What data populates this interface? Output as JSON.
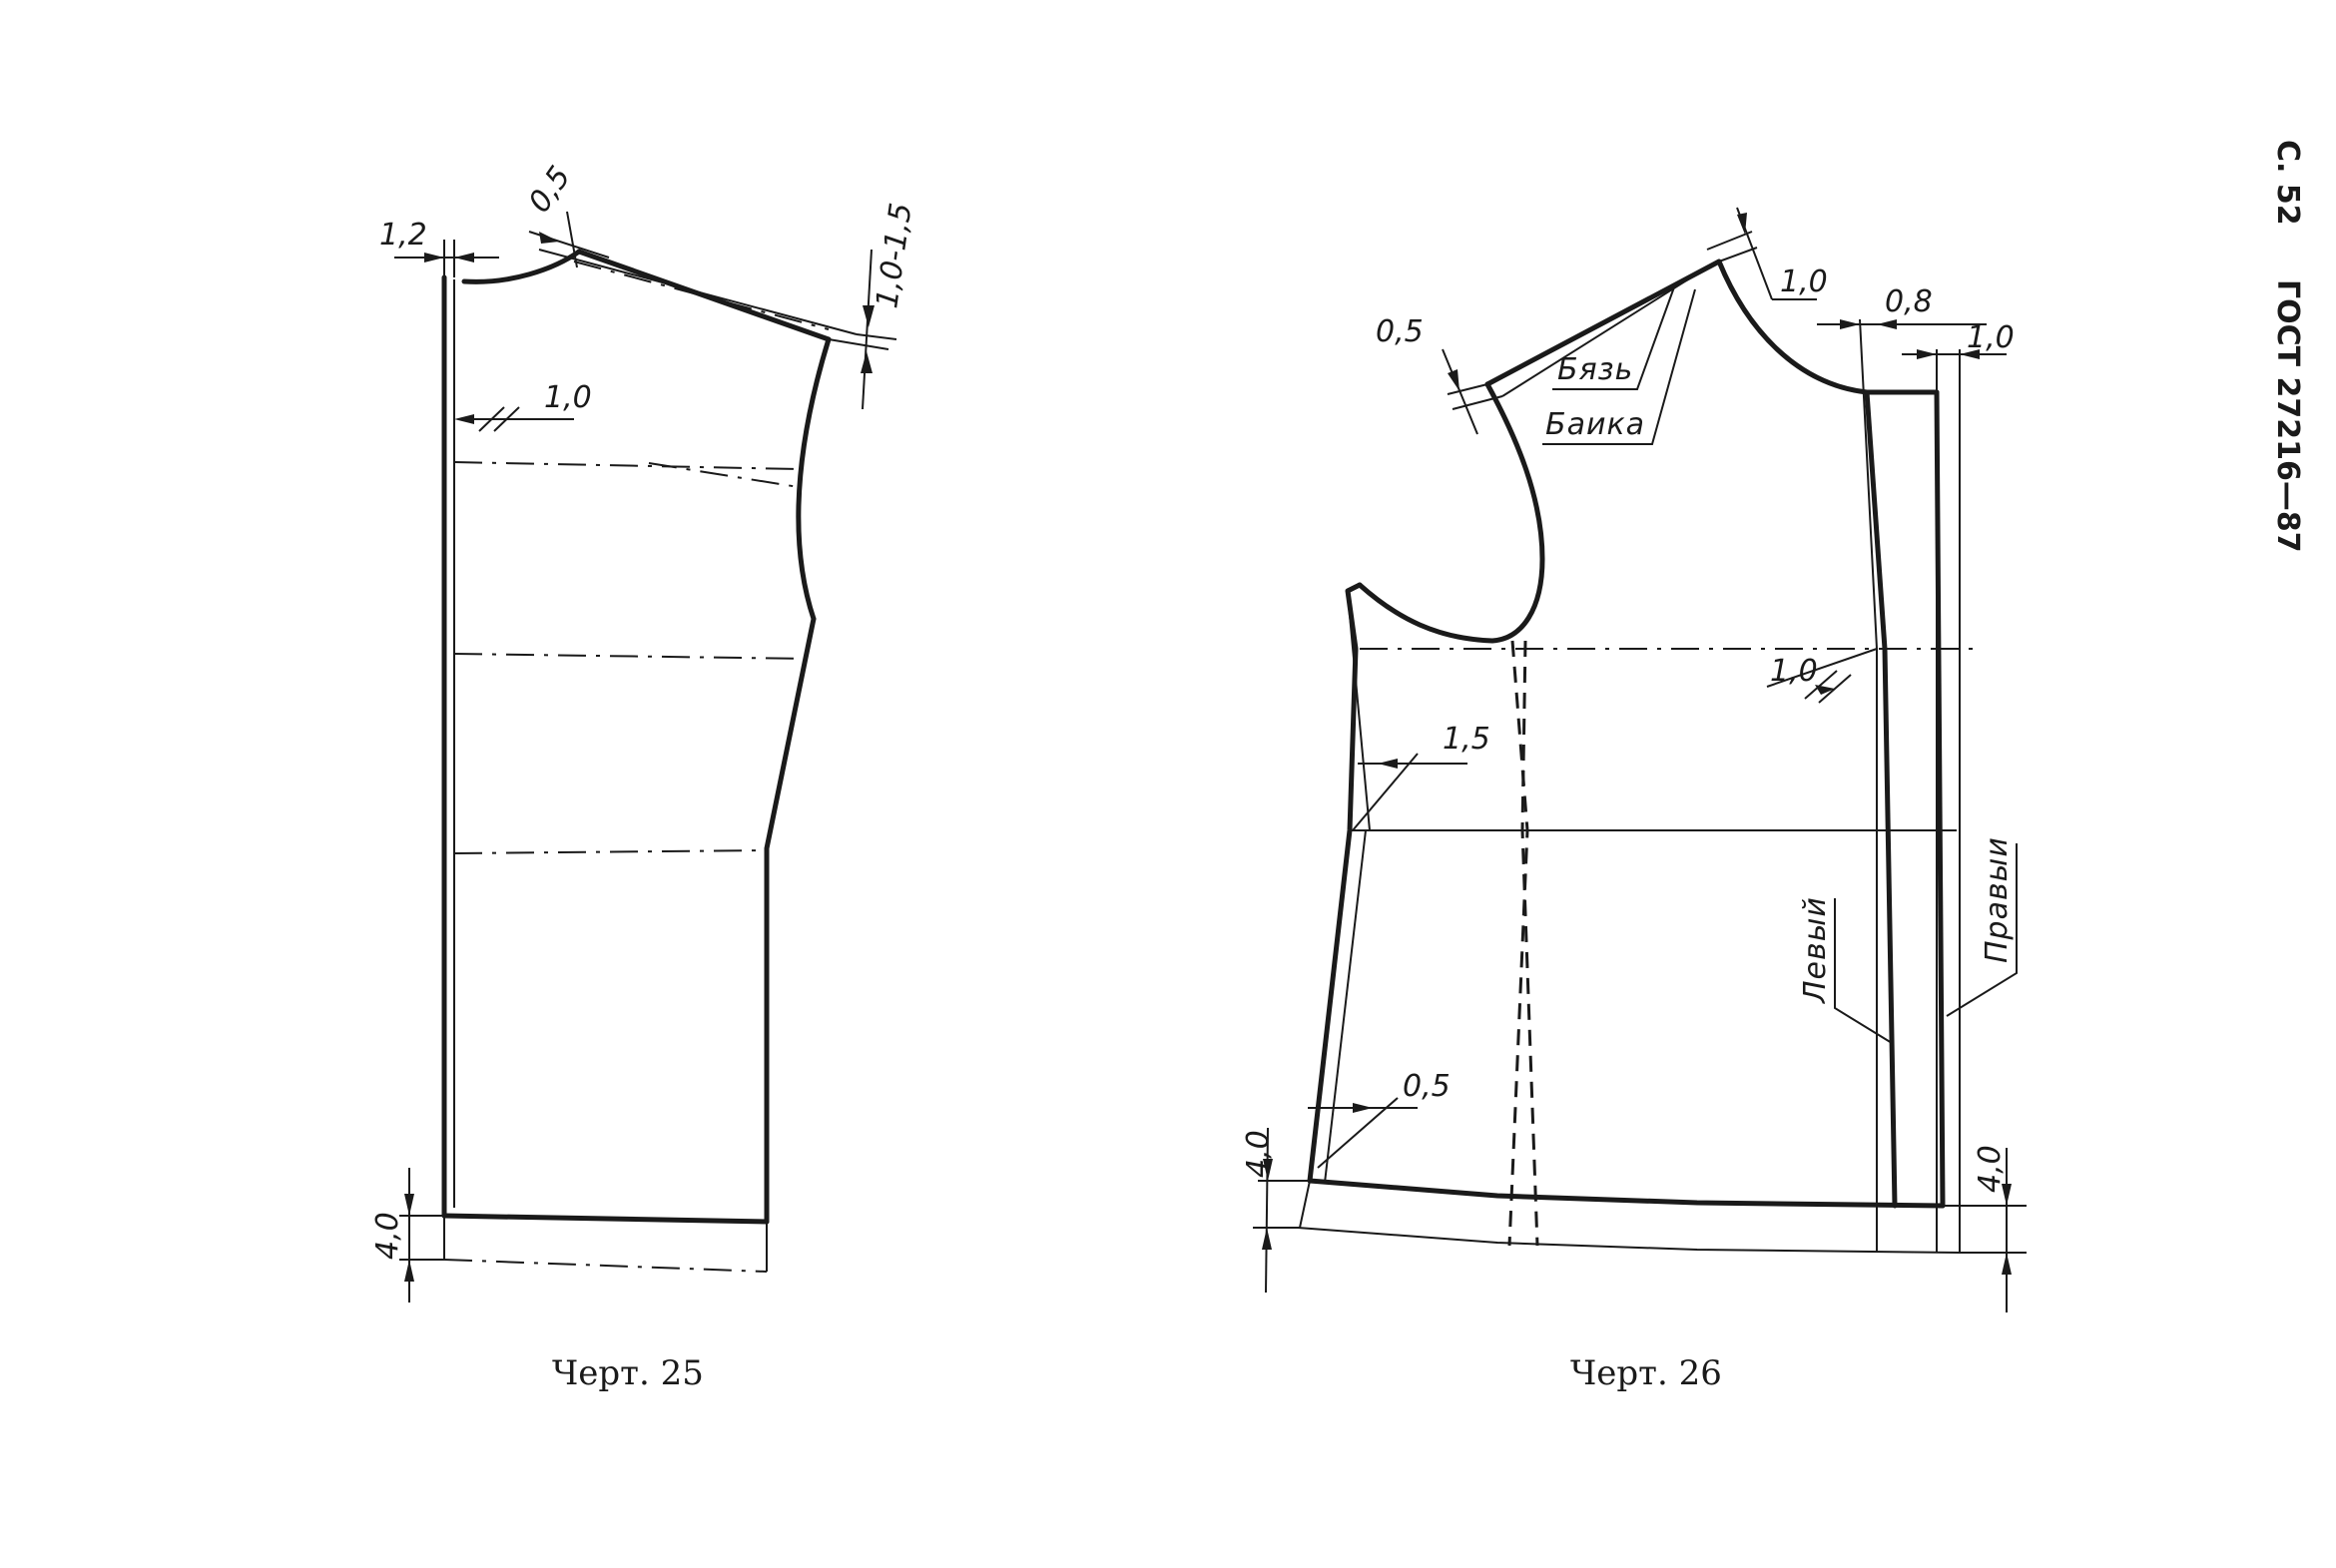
{
  "header": {
    "page": "С. 52",
    "standard": "ГОСТ 27216—87"
  },
  "figure25": {
    "caption": "Черт. 25",
    "dims": {
      "d1": "1,2",
      "d2": "0,5",
      "d3": "1,0-1,5",
      "d4": "1,0",
      "d5": "4,0"
    }
  },
  "figure26": {
    "caption": "Черт. 26",
    "dims": {
      "d1": "0,5",
      "d2": "1,0",
      "d3": "0,8",
      "d4": "1,0",
      "d5": "1,0",
      "d6": "1,5",
      "d7": "0,5",
      "d8": "4,0",
      "d9": "4,0"
    },
    "labels": {
      "fabric1": "Бязь",
      "fabric2": "Баика",
      "left": "Левый",
      "right": "Правыи"
    }
  }
}
